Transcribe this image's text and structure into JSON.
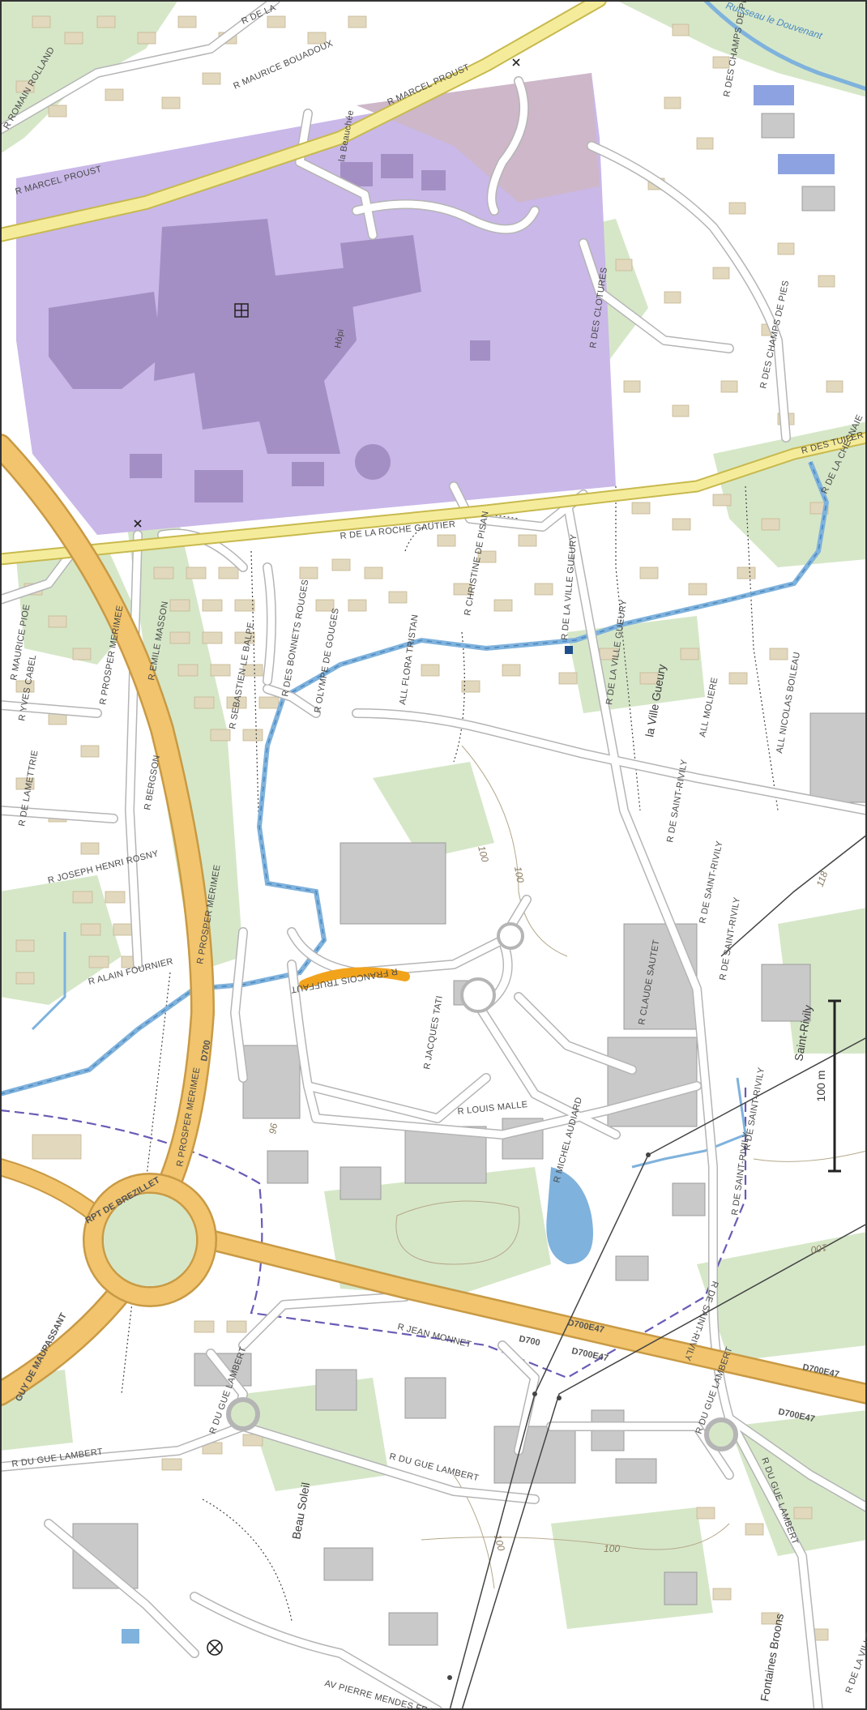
{
  "map": {
    "colors": {
      "background": "#ffffff",
      "hospital": "#c9b8e8",
      "green": "#d6e7c8",
      "building": "#e2d8bd",
      "industrial": "#c9c9c9",
      "arterial": "#f1c46d",
      "yellow_road": "#f5ec9b",
      "stream": "#7fb2dc",
      "boundary": "#6a5bb5",
      "highlight": "#f1a31c"
    },
    "streets": {
      "r_marcel_proust_top": "R MARCEL PROUST",
      "r_marcel_proust_left": "R MARCEL PROUST",
      "r_roman_rolland": "R ROMAIN ROLLAND",
      "r_maurice_bouadoux": "R MAURICE BOUADOUX",
      "r_de_la": "R DE LA",
      "la_beauchee": "la Beauchée",
      "r_des_champs_de_pies_top": "R DES CHAMPS DE PIES",
      "r_des_champs_de_pies": "R DES CHAMPS DE PIES",
      "r_des_clotures": "R DES CLOTURES",
      "r_des_tuileries": "R DES TUILER",
      "r_de_la_chesnaie": "R DE LA CHESNAIE",
      "r_de_la_roche_gautier": "R DE LA ROCHE GAUTIER",
      "r_de_la_ville_gueury_top": "R DE LA VILLE GUEURY",
      "r_christine_de_pisan": "R CHRISTINE DE PISAN",
      "r_flora_tristan": "ALL FLORA TRISTAN",
      "r_emile_masson": "R EMILE MASSON",
      "r_des_bonnets_rouges": "R DES BONNETS ROUGES",
      "r_sebastien_le_balpe": "R SEBASTIEN LE BALPE",
      "r_olympe_de_gouges": "R OLYMPE DE GOUGES",
      "r_prosper_merimee_top": "R PROSPER MERIMEE",
      "r_maurice_pioe": "R MAURICE PIOE",
      "r_yves_cabel": "R YVES CABEL",
      "r_de_lamettrie": "R DE LAMETTRIE",
      "r_bergson": "R BERGSON",
      "r_joseph_henri_rosny": "R JOSEPH HENRI ROSNY",
      "r_alain_fournier": "R ALAIN FOURNIER",
      "r_prosper_merimee_mid": "R PROSPER MERIMEE",
      "d700_left": "D700",
      "r_prosper_merimee_low": "R PROSPER MERIMEE",
      "r_de_la_ville_gueury": "R DE LA VILLE GUEURY",
      "la_ville_gueury": "la Ville Gueury",
      "all_moliere": "ALL MOLIERE",
      "all_nicolas_boileau": "ALL NICOLAS BOILEAU",
      "r_de_saint_rivily_1": "R DE SAINT-RIVILY",
      "r_de_saint_rivily_2": "R DE SAINT-RIVILY",
      "r_de_saint_rivily_3": "R DE SAINT-RIVILY",
      "r_de_saint_rivily_4": "R DE SAINT-RIVILY",
      "r_de_saint_rivily_5": "R DE SAINT-RIVILY",
      "r_de_saint_rivily_6": "R DE SAINT-RIVILY",
      "saint_rivily": "Saint-Rivily",
      "r_francois_truffaut": "R FRANCOIS TRUFFAUT",
      "r_claude_sautet": "R CLAUDE SAUTET",
      "r_jacques_tati": "R JACQUES TATI",
      "r_louis_malle": "R LOUIS MALLE",
      "r_michel_audiard": "R MICHEL AUDIARD",
      "rpt_de_brezillet": "RPT DE BREZILLET",
      "guy_de_maupassant": "GUY DE MAUPASSANT",
      "r_jean_monnet": "R JEAN MONNET",
      "d700_mid": "D700",
      "d700e47_1": "D700E47",
      "d700e47_2": "D700E47",
      "d700e47_3": "D700E47",
      "d700e47_4": "D700E47",
      "r_du_gue_lambert_1": "R DU GUE LAMBERT",
      "r_du_gue_lambert_2": "R DU GUE LAMBERT",
      "r_du_gue_lambert_3": "R DU GUE LAMBERT",
      "r_du_gue_lambert_4": "R DU GUE LAMBERT",
      "r_du_gue_lambert_5": "R DU GUE LAMBERT",
      "beau_soleil": "Beau Soleil",
      "av_pierre_mendes_france": "AV PIERRE MENDES FRANCE",
      "fontaines_broons": "Fontaines Broons",
      "r_de_la_ville_aubry": "R DE LA VILLE AUBRY",
      "hopital": "Hôpi"
    },
    "water": {
      "ruisseau": "Ruisseau le Douvenant"
    },
    "contours": {
      "c100_a": "100",
      "c100_b": "100",
      "c100_c": "100",
      "c100_d": "100",
      "c100_e": "100",
      "c118": "118",
      "c96": "96"
    },
    "scale": {
      "label": "100 m"
    }
  }
}
